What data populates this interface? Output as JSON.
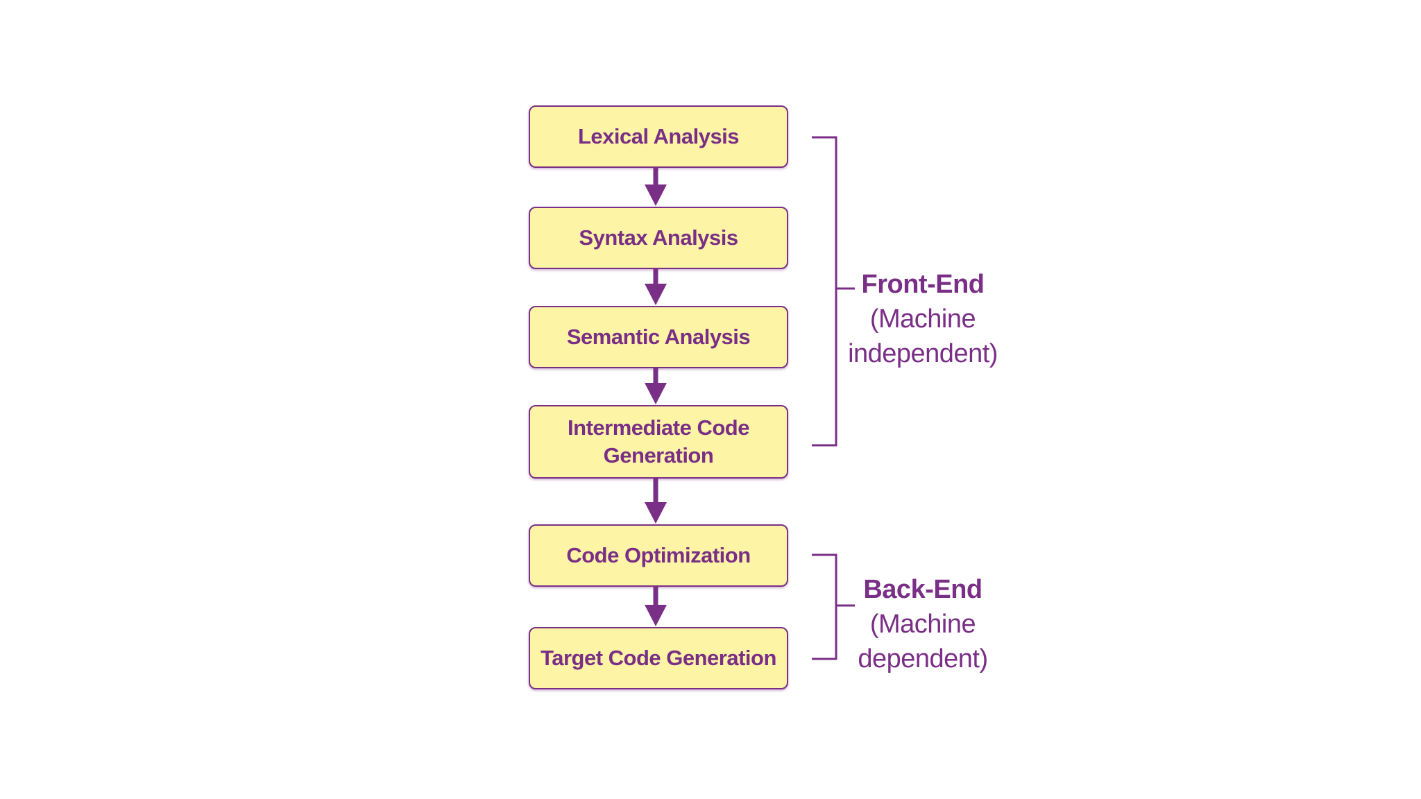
{
  "colors": {
    "accent": "#7a2f86",
    "box_fill": "#fdf4a6",
    "background": "#ffffff"
  },
  "phases": [
    {
      "label": "Lexical Analysis"
    },
    {
      "label": "Syntax Analysis"
    },
    {
      "label": "Semantic Analysis"
    },
    {
      "label": "Intermediate Code\nGeneration"
    },
    {
      "label": "Code Optimization"
    },
    {
      "label": "Target Code Generation"
    }
  ],
  "groups": {
    "front_end": {
      "title": "Front-End",
      "subtitle": "(Machine\nindependent)"
    },
    "back_end": {
      "title": "Back-End",
      "subtitle": "(Machine\ndependent)"
    }
  }
}
